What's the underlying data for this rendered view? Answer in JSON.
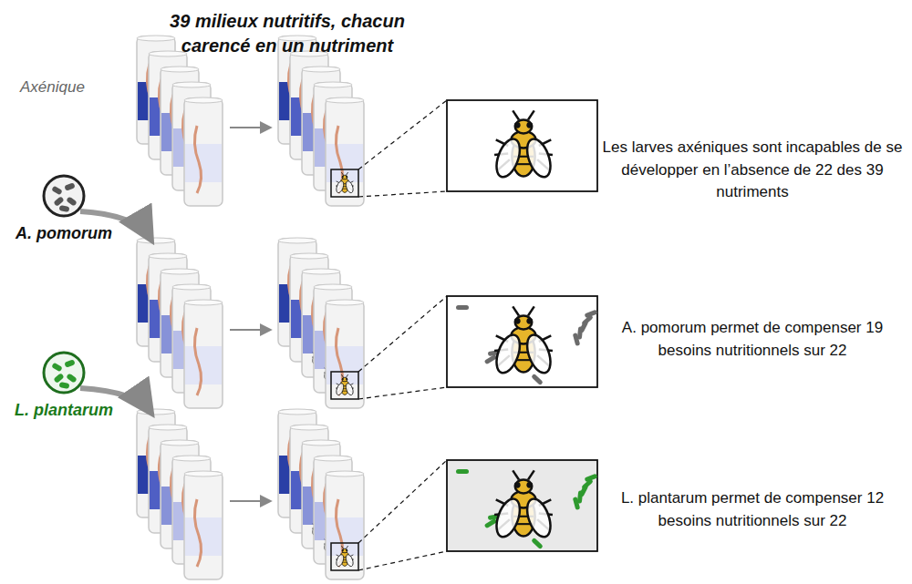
{
  "diagram": {
    "title": "39 milieux nutritifs, chacun carencé en un nutriment",
    "nodes": [
      {
        "text": [
          "A. pomorum"
        ]
      },
      {
        "text": [
          "L. plantarum"
        ]
      }
    ],
    "labels": [
      "Axénique",
      "Les larves axéniques sont incapables de se développer en l’absence de 22 des 39 nutriments",
      "A. pomorum permet de compenser 19 besoins nutritionnels sur 22",
      "L. plantarum permet de compenser 12 besoins nutritionnels sur 22"
    ]
  }
}
